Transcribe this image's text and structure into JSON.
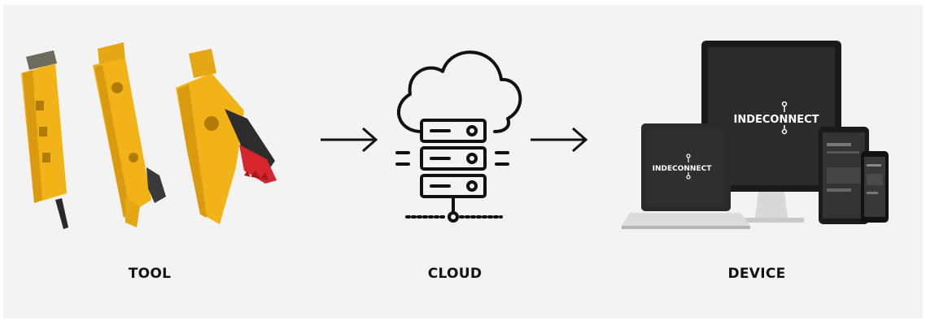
{
  "steps": [
    {
      "label": "TOOL",
      "icon": "hydraulic-tools-icon"
    },
    {
      "label": "CLOUD",
      "icon": "cloud-server-icon"
    },
    {
      "label": "DEVICE",
      "icon": "devices-icon"
    }
  ],
  "brand": "INDECONNECT",
  "colors": {
    "background": "#f3f3f3",
    "tool_yellow": "#f2b318",
    "jaw_red": "#d5252d",
    "screen_dark": "#2b2b2b",
    "line_black": "#111111"
  }
}
